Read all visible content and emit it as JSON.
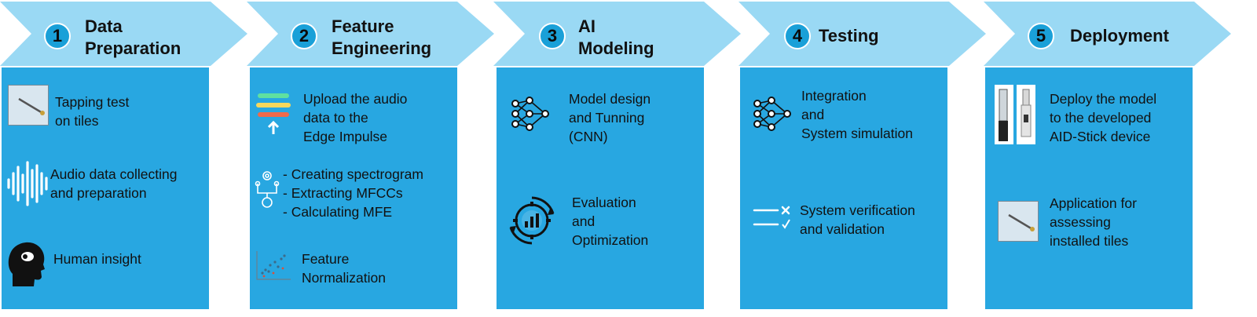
{
  "colors": {
    "chevron": "#9ad9f4",
    "panel": "#28a7e1",
    "badge": "#1aa0d8"
  },
  "stages": [
    {
      "number": "1",
      "title": "Data\nPreparation",
      "items": [
        {
          "icon": "tapping-stick-photo-icon",
          "text": "Tapping test\non tiles"
        },
        {
          "icon": "audio-waveform-icon",
          "text": "Audio data collecting\nand preparation"
        },
        {
          "icon": "human-head-icon",
          "text": "Human insight"
        }
      ]
    },
    {
      "number": "2",
      "title": "Feature\nEngineering",
      "items": [
        {
          "icon": "upload-layers-icon",
          "text": "Upload the audio\ndata to the\nEdge Impulse"
        },
        {
          "icon": "processing-gears-icon",
          "text": "- Creating spectrogram\n- Extracting MFCCs\n- Calculating MFE"
        },
        {
          "icon": "scatter-plot-icon",
          "text": "Feature\nNormalization"
        }
      ]
    },
    {
      "number": "3",
      "title": "AI\nModeling",
      "items": [
        {
          "icon": "neural-network-icon",
          "text": "Model design\nand Tunning\n(CNN)"
        },
        {
          "icon": "optimization-gear-icon",
          "text": "Evaluation\nand\nOptimization"
        }
      ]
    },
    {
      "number": "4",
      "title": "Testing",
      "items": [
        {
          "icon": "neural-network-icon",
          "text": "Integration\nand\nSystem simulation"
        },
        {
          "icon": "checklist-icon",
          "text": "System verification\nand validation"
        }
      ]
    },
    {
      "number": "5",
      "title": "Deployment",
      "items": [
        {
          "icon": "device-photo-icon",
          "text": "Deploy the model\nto the developed\nAID-Stick device"
        },
        {
          "icon": "tapping-stick-photo-icon",
          "text": "Application for\nassessing\ninstalled tiles"
        }
      ]
    }
  ]
}
